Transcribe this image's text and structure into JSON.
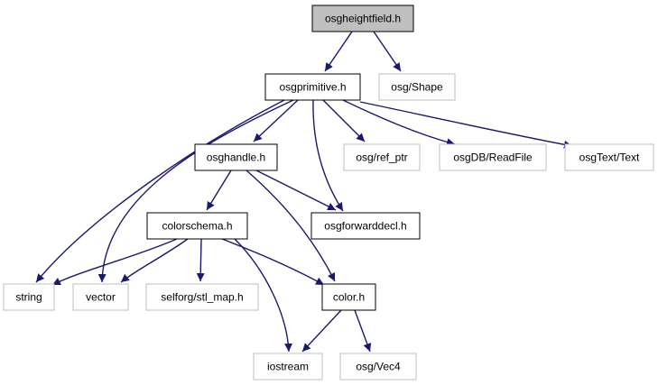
{
  "colors": {
    "edge": "#191970",
    "node_border_internal": "#000000",
    "node_border_external": "#bfbfbf",
    "root_fill": "#bfbfbf"
  },
  "nodes": [
    {
      "id": "osgheightfield",
      "label": "osgheightfield.h",
      "kind": "root"
    },
    {
      "id": "osgprimitive",
      "label": "osgprimitive.h",
      "kind": "internal"
    },
    {
      "id": "osgshape",
      "label": "osg/Shape",
      "kind": "external"
    },
    {
      "id": "osghandle",
      "label": "osghandle.h",
      "kind": "internal"
    },
    {
      "id": "refptr",
      "label": "osg/ref_ptr",
      "kind": "external"
    },
    {
      "id": "readfile",
      "label": "osgDB/ReadFile",
      "kind": "external"
    },
    {
      "id": "osgtext",
      "label": "osgText/Text",
      "kind": "external"
    },
    {
      "id": "colorschema",
      "label": "colorschema.h",
      "kind": "internal"
    },
    {
      "id": "osgforwarddecl",
      "label": "osgforwarddecl.h",
      "kind": "internal"
    },
    {
      "id": "string",
      "label": "string",
      "kind": "external"
    },
    {
      "id": "vector",
      "label": "vector",
      "kind": "external"
    },
    {
      "id": "stlmap",
      "label": "selforg/stl_map.h",
      "kind": "external"
    },
    {
      "id": "color",
      "label": "color.h",
      "kind": "internal"
    },
    {
      "id": "iostream",
      "label": "iostream",
      "kind": "external"
    },
    {
      "id": "vec4",
      "label": "osg/Vec4",
      "kind": "external"
    }
  ],
  "edges": [
    {
      "from": "osgheightfield",
      "to": "osgprimitive"
    },
    {
      "from": "osgheightfield",
      "to": "osgshape"
    },
    {
      "from": "osgprimitive",
      "to": "osghandle"
    },
    {
      "from": "osgprimitive",
      "to": "refptr"
    },
    {
      "from": "osgprimitive",
      "to": "readfile"
    },
    {
      "from": "osgprimitive",
      "to": "osgtext"
    },
    {
      "from": "osgprimitive",
      "to": "osgforwarddecl"
    },
    {
      "from": "osgprimitive",
      "to": "string"
    },
    {
      "from": "osgprimitive",
      "to": "vector"
    },
    {
      "from": "osghandle",
      "to": "colorschema"
    },
    {
      "from": "osghandle",
      "to": "osgforwarddecl"
    },
    {
      "from": "osghandle",
      "to": "color"
    },
    {
      "from": "colorschema",
      "to": "string"
    },
    {
      "from": "colorschema",
      "to": "vector"
    },
    {
      "from": "colorschema",
      "to": "stlmap"
    },
    {
      "from": "colorschema",
      "to": "color"
    },
    {
      "from": "colorschema",
      "to": "iostream"
    },
    {
      "from": "color",
      "to": "iostream"
    },
    {
      "from": "color",
      "to": "vec4"
    }
  ]
}
